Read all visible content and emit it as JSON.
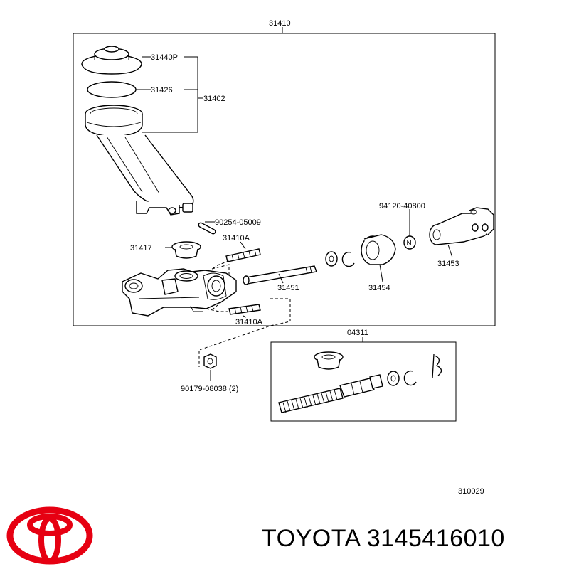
{
  "labels": {
    "assembly": "31410",
    "cap": "31440P",
    "gasket": "31426",
    "reservoir": "31402",
    "pin": "90254-05009",
    "stud_top": "31410A",
    "grommet": "31417",
    "push_rod": "31451",
    "boot": "31454",
    "clip": "94120-40800",
    "clevis": "31453",
    "clip_mark": "N",
    "stud_bottom": "31410A",
    "kit": "04311",
    "nut": "90179-08038 (2)",
    "figure_code": "310029"
  },
  "brand": {
    "text": "TOYOTA 3145416010",
    "logo": "toyota-logo",
    "logo_color": "#e60012"
  }
}
